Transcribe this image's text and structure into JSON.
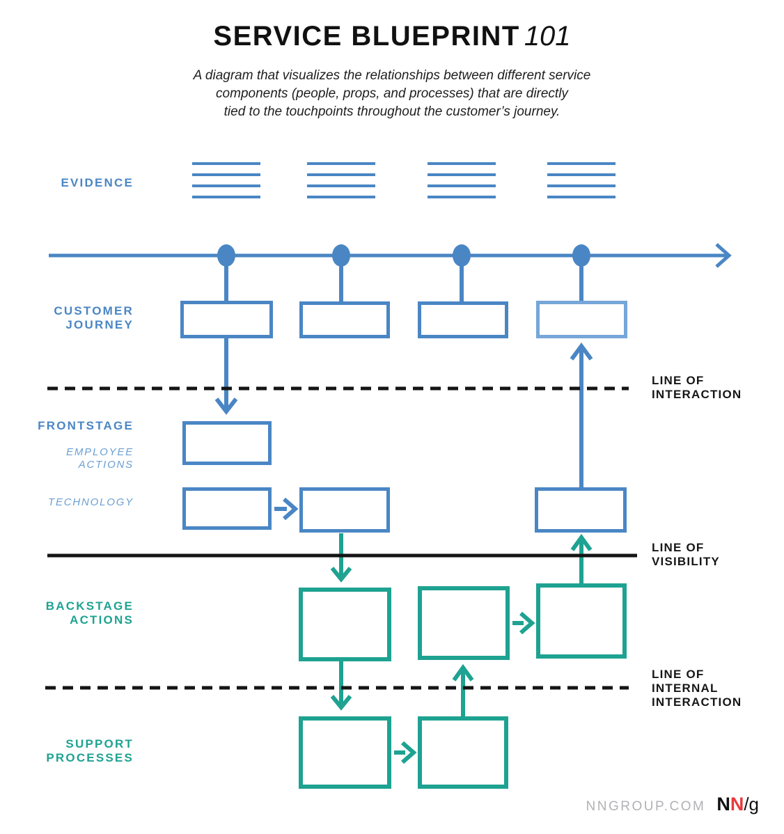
{
  "title": {
    "main": "SERVICE BLUEPRINT",
    "edition": "101"
  },
  "subtitle": {
    "lines": [
      "A diagram that visualizes the relationships between different service",
      "components (people, props, and processes) that are directly",
      "tied to the touchpoints throughout the customer’s journey."
    ]
  },
  "row_labels": {
    "evidence": "EVIDENCE",
    "customer_journey": "CUSTOMER\nJOURNEY",
    "frontstage": "FRONTSTAGE",
    "employee_actions": "EMPLOYEE\nACTIONS",
    "technology": "TECHNOLOGY",
    "backstage_actions": "BACKSTAGE\nACTIONS",
    "support_processes": "SUPPORT\nPROCESSES"
  },
  "boundary_labels": {
    "interaction": "LINE OF\nINTERACTION",
    "visibility": "LINE OF\nVISIBILITY",
    "internal_interaction": "LINE OF\nINTERNAL\nINTERACTION"
  },
  "icons": {
    "evidence_groups": "document-lines-icon",
    "timeline": "arrow-right-icon",
    "touchpoints": "dot-icon"
  },
  "diagram": {
    "touchpoint_count": 4,
    "customer_journey_boxes": 4,
    "frontstage_employee_boxes": 1,
    "technology_boxes": 3,
    "backstage_boxes": 3,
    "support_boxes": 2
  },
  "colors": {
    "blue": "#4a86c4",
    "blue_light": "#77a6d8",
    "teal": "#1ea291",
    "line_black": "#151515",
    "footer_gray": "#b2b2b6",
    "logo_red": "#e8393b"
  },
  "footer": {
    "site": "NNGROUP.COM",
    "logo_n1": "N",
    "logo_n2": "N",
    "logo_g": "/g"
  }
}
